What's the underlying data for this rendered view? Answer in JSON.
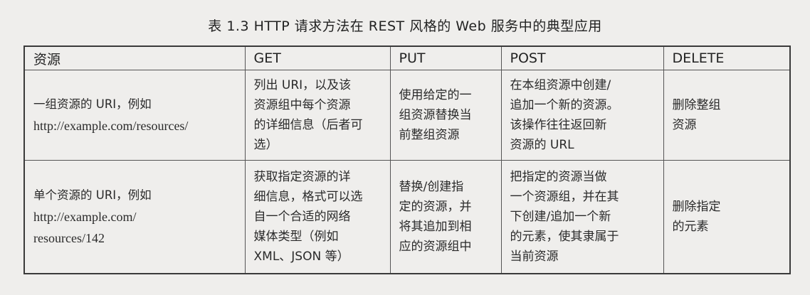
{
  "caption": "表 1.3   HTTP 请求方法在 REST 风格的 Web 服务中的典型应用",
  "headers": [
    "资源",
    "GET",
    "PUT",
    "POST",
    "DELETE"
  ],
  "rows": [
    {
      "resource_lines": [
        "一组资源的 URI，例如",
        "http://example.com/resources/"
      ],
      "get": "列出 URI，以及该\n资源组中每个资源\n的详细信息（后者可\n选）",
      "put": "使用给定的一\n组资源替换当\n前整组资源",
      "post": "在本组资源中创建/\n追加一个新的资源。\n该操作往往返回新\n资源的 URL",
      "delete": "删除整组\n资源"
    },
    {
      "resource_lines": [
        "单个资源的 URI，例如",
        "http://example.com/",
        "resources/142"
      ],
      "get": "获取指定资源的详\n细信息，格式可以选\n自一个合适的网络\n媒体类型（例如\nXML、JSON 等）",
      "put": "替换/创建指\n定的资源，并\n将其追加到相\n应的资源组中",
      "post": "把指定的资源当做\n一个资源组，并在其\n下创建/追加一个新\n的元素，使其隶属于\n当前资源",
      "delete": "删除指定\n的元素"
    }
  ]
}
